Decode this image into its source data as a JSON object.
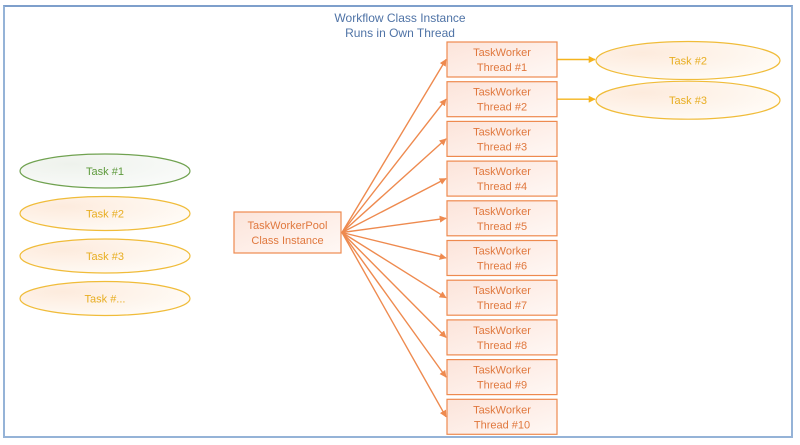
{
  "title": {
    "line1": "Workflow Class Instance",
    "line2": "Runs in Own Thread"
  },
  "colors": {
    "frame": "#95B3D7",
    "title": "#4F73A6",
    "worker_stroke": "#EE8A4F",
    "worker_text": "#E0783E",
    "worker_fill_start": "#FCE4DA",
    "worker_fill_end": "#FFF8F5",
    "active_task_stroke": "#70A250",
    "active_task_text": "#5E9A3C",
    "pending_task_stroke": "#F0BC3A",
    "pending_task_text": "#E8AE22",
    "edge_pool": "#EE8A4F",
    "edge_task": "#F5B41E"
  },
  "queue": [
    {
      "label": "Task #1",
      "status": "active"
    },
    {
      "label": "Task #2",
      "status": "pending"
    },
    {
      "label": "Task #3",
      "status": "pending"
    },
    {
      "label": "Task #...",
      "status": "pending"
    }
  ],
  "pool": {
    "line1": "TaskWorkerPool",
    "line2": "Class Instance"
  },
  "workers": [
    {
      "line1": "TaskWorker",
      "line2": "Thread #1"
    },
    {
      "line1": "TaskWorker",
      "line2": "Thread #2"
    },
    {
      "line1": "TaskWorker",
      "line2": "Thread #3"
    },
    {
      "line1": "TaskWorker",
      "line2": "Thread #4"
    },
    {
      "line1": "TaskWorker",
      "line2": "Thread #5"
    },
    {
      "line1": "TaskWorker",
      "line2": "Thread #6"
    },
    {
      "line1": "TaskWorker",
      "line2": "Thread #7"
    },
    {
      "line1": "TaskWorker",
      "line2": "Thread #8"
    },
    {
      "line1": "TaskWorker",
      "line2": "Thread #9"
    },
    {
      "line1": "TaskWorker",
      "line2": "Thread #10"
    }
  ],
  "assigned": [
    {
      "worker_index": 0,
      "label": "Task #2"
    },
    {
      "worker_index": 1,
      "label": "Task #3"
    }
  ]
}
